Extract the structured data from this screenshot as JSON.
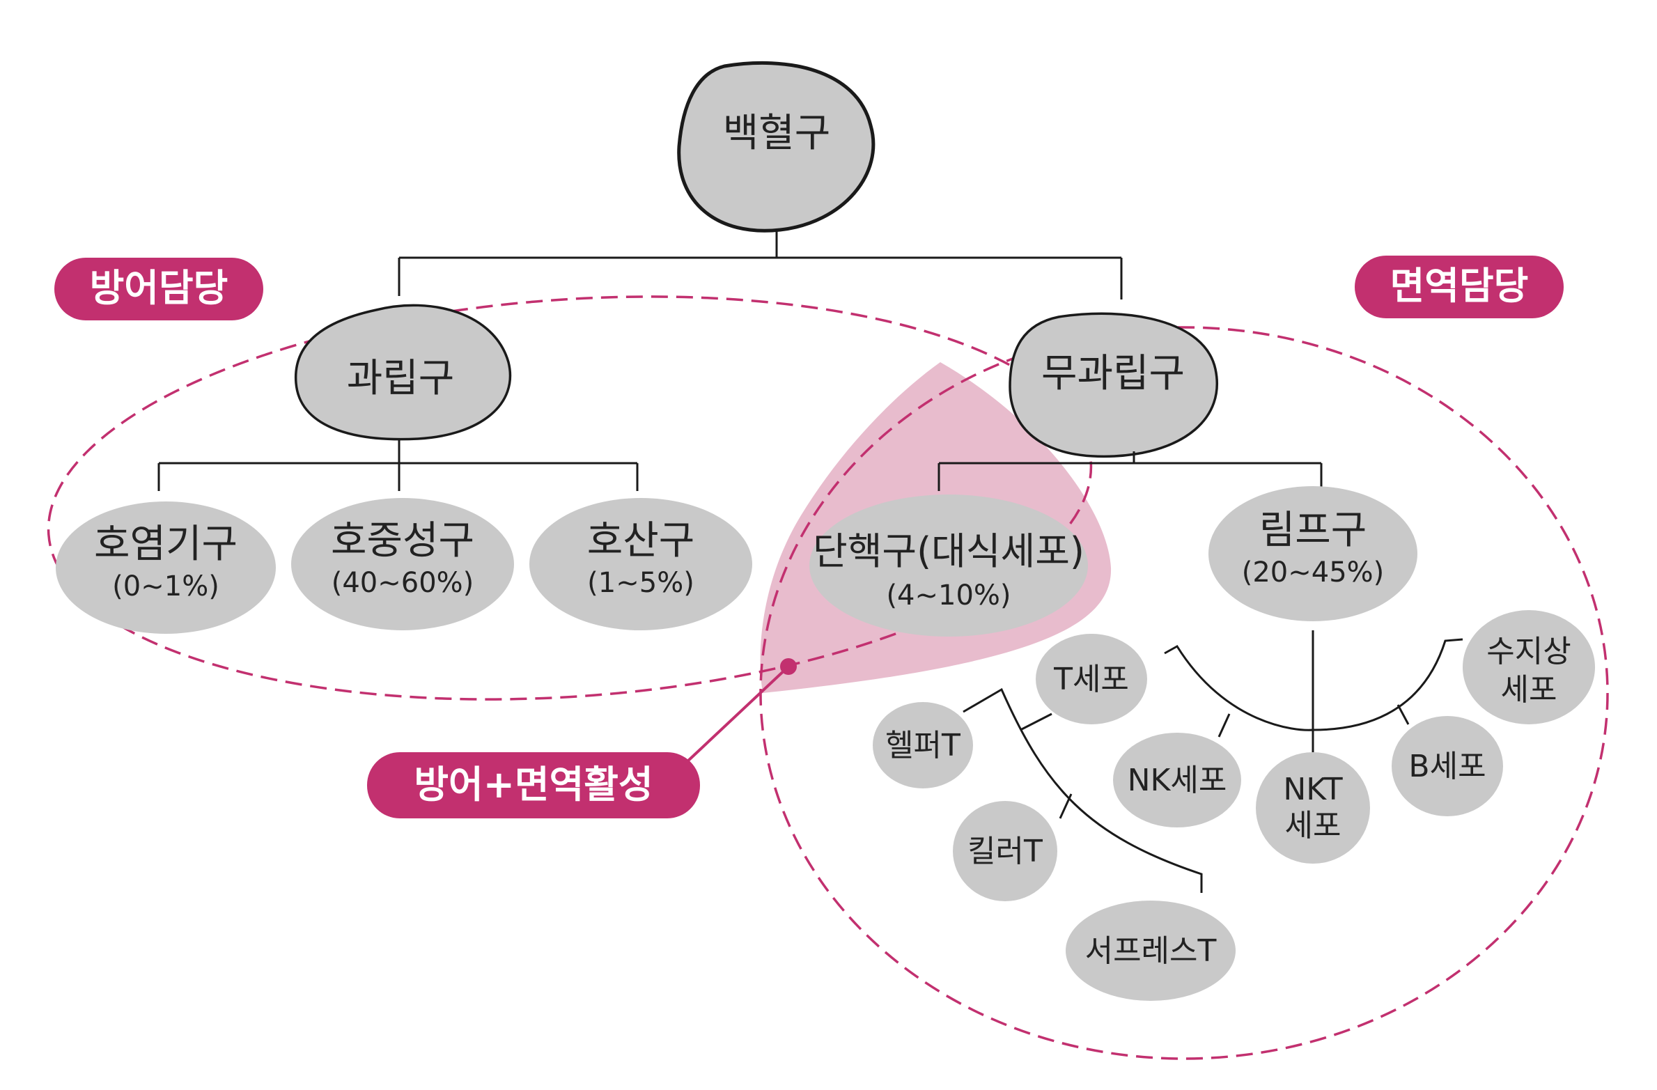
{
  "colors": {
    "accent": "#c2306f",
    "overlap_fill": "#e8bccd",
    "node_fill": "#c9c9c9",
    "line": "#1a1a1a"
  },
  "root": {
    "label": "백혈구"
  },
  "groups": {
    "defense": {
      "badge": "방어담당"
    },
    "immune": {
      "badge": "면역담당"
    },
    "overlap": {
      "badge": "방어+면역활성"
    }
  },
  "granulocyte": {
    "label": "과립구",
    "children": [
      {
        "label": "호염기구",
        "pct": "(0~1%)"
      },
      {
        "label": "호중성구",
        "pct": "(40~60%)"
      },
      {
        "label": "호산구",
        "pct": "(1~5%)"
      }
    ]
  },
  "agranulocyte": {
    "label": "무과립구",
    "monocyte": {
      "label": "단핵구(대식세포)",
      "pct": "(4~10%)"
    },
    "lymphocyte": {
      "label": "림프구",
      "pct": "(20~45%)"
    }
  },
  "cells": {
    "t_cell": "T세포",
    "helper_t": "헬퍼T",
    "killer_t": "킬러T",
    "suppressor_t": "서프레스T",
    "nk_cell": "NK세포",
    "nkt_cell_line1": "NKT",
    "nkt_cell_line2": "세포",
    "b_cell": "B세포",
    "dendritic_line1": "수지상",
    "dendritic_line2": "세포"
  }
}
